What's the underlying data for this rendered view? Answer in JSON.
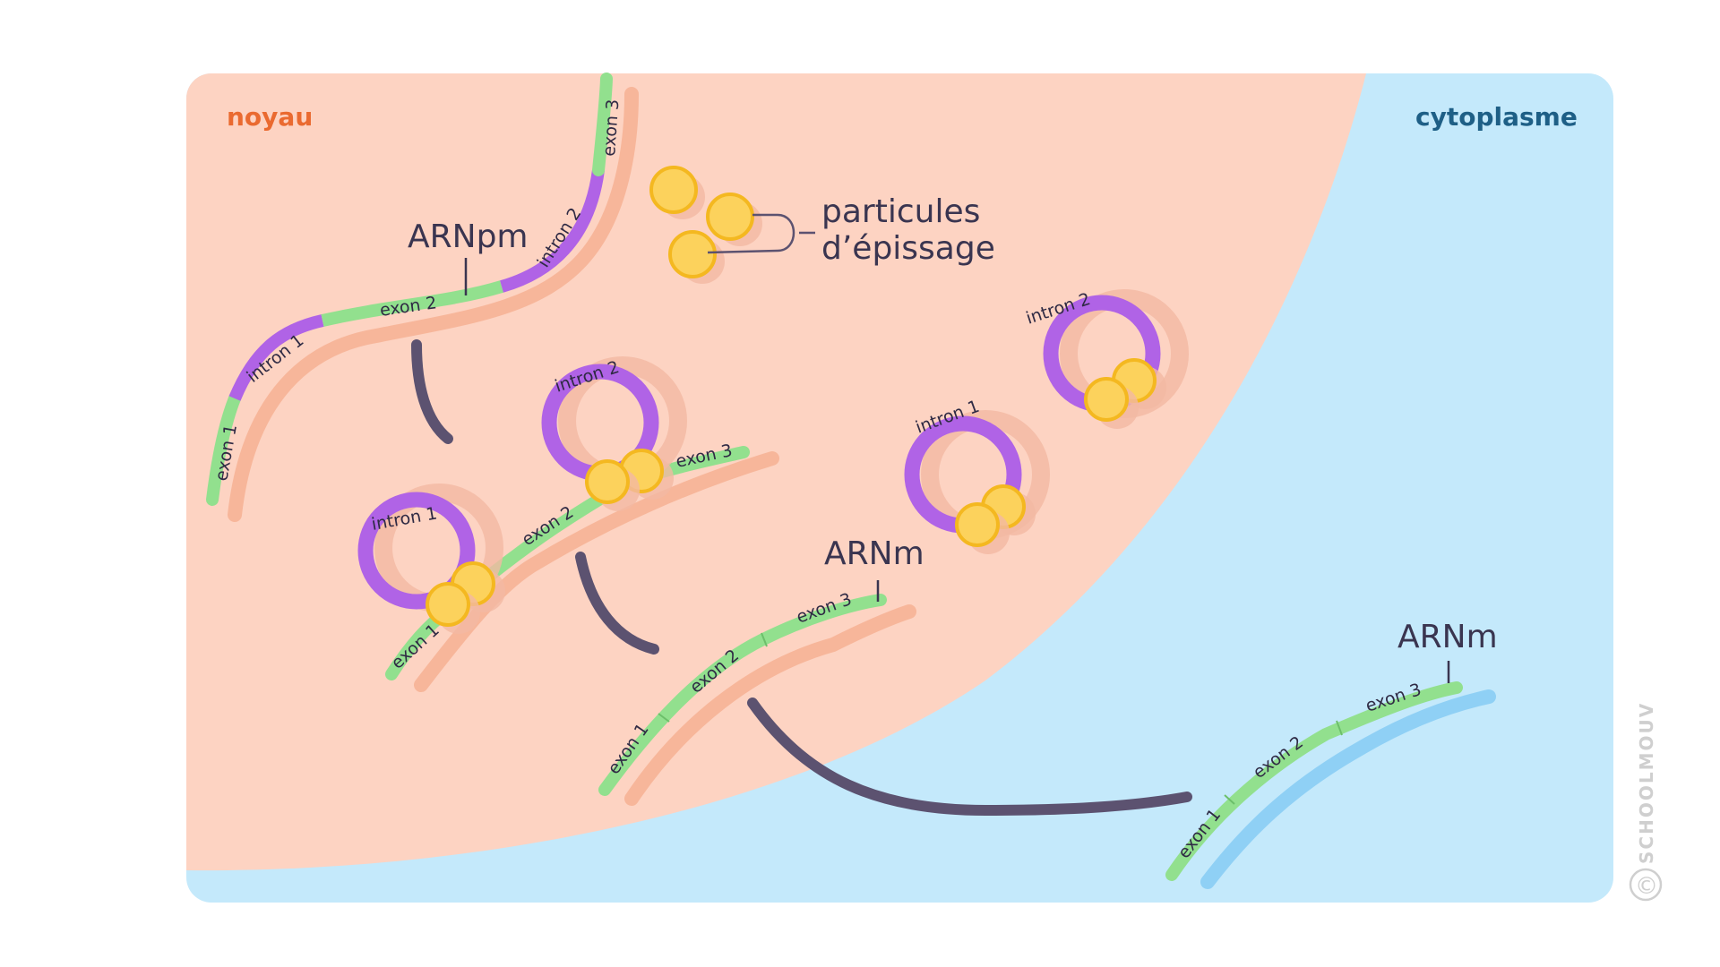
{
  "regions": {
    "nucleus": "noyau",
    "cytoplasm": "cytoplasme"
  },
  "labels": {
    "pre_mrna": "ARNpm",
    "splicing_line1": "particules",
    "splicing_line2": "d’épissage",
    "mrna_nucleus": "ARNm",
    "mrna_cytoplasm": "ARNm"
  },
  "segments": {
    "exon1": "exon 1",
    "exon2": "exon 2",
    "exon3": "exon 3",
    "intron1": "intron 1",
    "intron2": "intron 2"
  },
  "watermark": "SCHOOLMOUV",
  "copyright_symbol": "©",
  "colors": {
    "nucleus": "#fdd3c2",
    "cytoplasm": "#c4e9fb",
    "nucleus_label": "#ea6a30",
    "cytoplasm_label": "#1e5f86",
    "exon": "#92e08e",
    "intron": "#b063e6",
    "particle": "#fcd25c",
    "arrow": "#5c5270"
  }
}
